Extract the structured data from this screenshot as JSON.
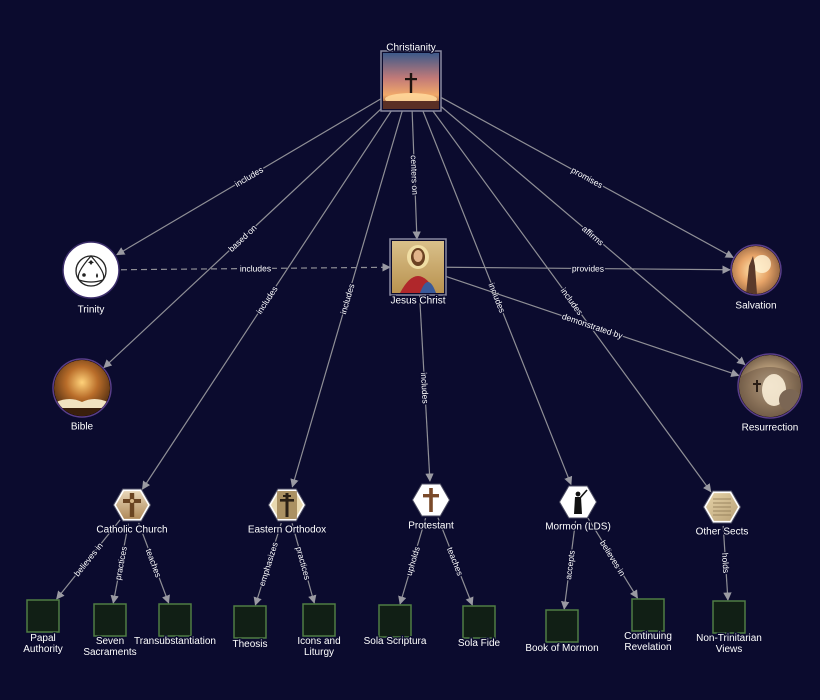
{
  "nodes": [
    {
      "id": "christianity",
      "label": "Christianity",
      "shape": "image-square",
      "icon": "sunrise-cross-icon"
    },
    {
      "id": "trinity",
      "label": "Trinity",
      "shape": "circle-white",
      "icon": "trinity-knot-icon"
    },
    {
      "id": "jesus",
      "label": "Jesus Christ",
      "shape": "image-square",
      "icon": "jesus-portrait-icon"
    },
    {
      "id": "salvation",
      "label": "Salvation",
      "shape": "circle-image",
      "icon": "reaching-hand-icon"
    },
    {
      "id": "bible",
      "label": "Bible",
      "shape": "circle-image",
      "icon": "open-book-icon"
    },
    {
      "id": "resurrection",
      "label": "Resurrection",
      "shape": "circle-image",
      "icon": "empty-tomb-icon"
    },
    {
      "id": "catholic",
      "label": "Catholic Church",
      "shape": "hexagon",
      "icon": "wooden-cross-icon"
    },
    {
      "id": "orthodox",
      "label": "Eastern Orthodox",
      "shape": "hexagon",
      "icon": "orthodox-cross-icon"
    },
    {
      "id": "protestant",
      "label": "Protestant",
      "shape": "hexagon",
      "icon": "plain-cross-icon"
    },
    {
      "id": "mormon",
      "label": "Mormon (LDS)",
      "shape": "hexagon",
      "icon": "angel-statue-icon"
    },
    {
      "id": "other",
      "label": "Other Sects",
      "shape": "hexagon",
      "icon": "parchment-icon"
    },
    {
      "id": "papal",
      "label": "Papal Authority",
      "label_lines": [
        "Papal",
        "Authority"
      ],
      "shape": "square"
    },
    {
      "id": "sacraments",
      "label": "Seven Sacraments",
      "label_lines": [
        "Seven",
        "Sacraments"
      ],
      "shape": "square"
    },
    {
      "id": "transub",
      "label": "Transubstantiation",
      "label_lines": [
        "Transubstantiation"
      ],
      "shape": "square"
    },
    {
      "id": "theosis",
      "label": "Theosis",
      "label_lines": [
        "Theosis"
      ],
      "shape": "square"
    },
    {
      "id": "icons",
      "label": "Icons and Liturgy",
      "label_lines": [
        "Icons and",
        "Liturgy"
      ],
      "shape": "square"
    },
    {
      "id": "scriptura",
      "label": "Sola Scriptura",
      "label_lines": [
        "Sola Scriptura"
      ],
      "shape": "square"
    },
    {
      "id": "fide",
      "label": "Sola Fide",
      "label_lines": [
        "Sola Fide"
      ],
      "shape": "square"
    },
    {
      "id": "bom",
      "label": "Book of Mormon",
      "label_lines": [
        "Book of Mormon"
      ],
      "shape": "square"
    },
    {
      "id": "revelation",
      "label": "Continuing Revelation",
      "label_lines": [
        "Continuing",
        "Revelation"
      ],
      "shape": "square"
    },
    {
      "id": "nontrin",
      "label": "Non-Trinitarian Views",
      "label_lines": [
        "Non-Trinitarian",
        "Views"
      ],
      "shape": "square"
    }
  ],
  "edges": [
    {
      "from": "christianity",
      "to": "trinity",
      "label": "includes"
    },
    {
      "from": "christianity",
      "to": "bible",
      "label": "based on"
    },
    {
      "from": "christianity",
      "to": "jesus",
      "label": "centers on"
    },
    {
      "from": "christianity",
      "to": "salvation",
      "label": "promises"
    },
    {
      "from": "christianity",
      "to": "resurrection",
      "label": "affirms"
    },
    {
      "from": "christianity",
      "to": "catholic",
      "label": "includes"
    },
    {
      "from": "christianity",
      "to": "orthodox",
      "label": "includes"
    },
    {
      "from": "christianity",
      "to": "mormon",
      "label": "includes"
    },
    {
      "from": "christianity",
      "to": "other",
      "label": "includes"
    },
    {
      "from": "trinity",
      "to": "jesus",
      "label": "includes",
      "dashed": true
    },
    {
      "from": "jesus",
      "to": "salvation",
      "label": "provides"
    },
    {
      "from": "jesus",
      "to": "resurrection",
      "label": "demonstrated by"
    },
    {
      "from": "jesus",
      "to": "protestant",
      "label": "includes"
    },
    {
      "from": "catholic",
      "to": "papal",
      "label": "believes in"
    },
    {
      "from": "catholic",
      "to": "sacraments",
      "label": "practices"
    },
    {
      "from": "catholic",
      "to": "transub",
      "label": "teaches"
    },
    {
      "from": "orthodox",
      "to": "theosis",
      "label": "emphasizes"
    },
    {
      "from": "orthodox",
      "to": "icons",
      "label": "practices"
    },
    {
      "from": "protestant",
      "to": "scriptura",
      "label": "upholds"
    },
    {
      "from": "protestant",
      "to": "fide",
      "label": "teaches"
    },
    {
      "from": "mormon",
      "to": "bom",
      "label": "accepts"
    },
    {
      "from": "mormon",
      "to": "revelation",
      "label": "believes in"
    },
    {
      "from": "other",
      "to": "nontrin",
      "label": "holds"
    }
  ],
  "colors": {
    "background": "#0b0b2e",
    "edge": "#8f8f96",
    "square_fill": "#111f15",
    "square_border": "#4f7d44",
    "image_border": "#8a8aa0",
    "circle_border": "#5a3e8a"
  }
}
